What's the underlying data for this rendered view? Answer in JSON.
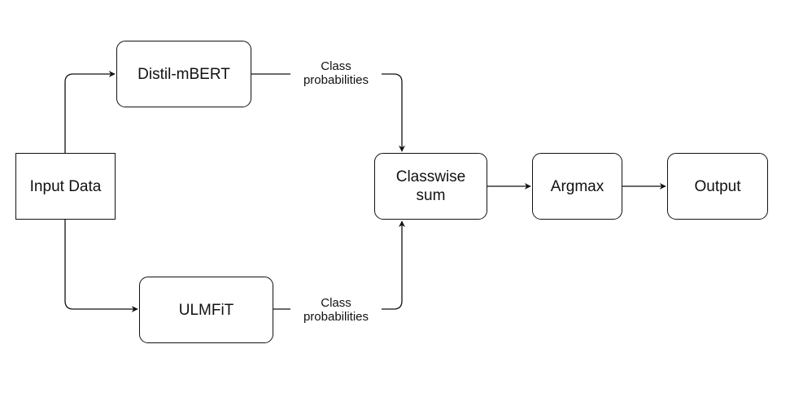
{
  "nodes": {
    "input_data": "Input Data",
    "distil_mbert": "Distil-mBERT",
    "ulmfit": "ULMFiT",
    "classwise_sum": [
      "Classwise",
      "sum"
    ],
    "argmax": "Argmax",
    "output": "Output"
  },
  "edge_labels": {
    "mbert_to_sum": [
      "Class",
      "probabilities"
    ],
    "ulmfit_to_sum": [
      "Class",
      "probabilities"
    ]
  },
  "colors": {
    "stroke": "#111111",
    "background": "#ffffff"
  }
}
